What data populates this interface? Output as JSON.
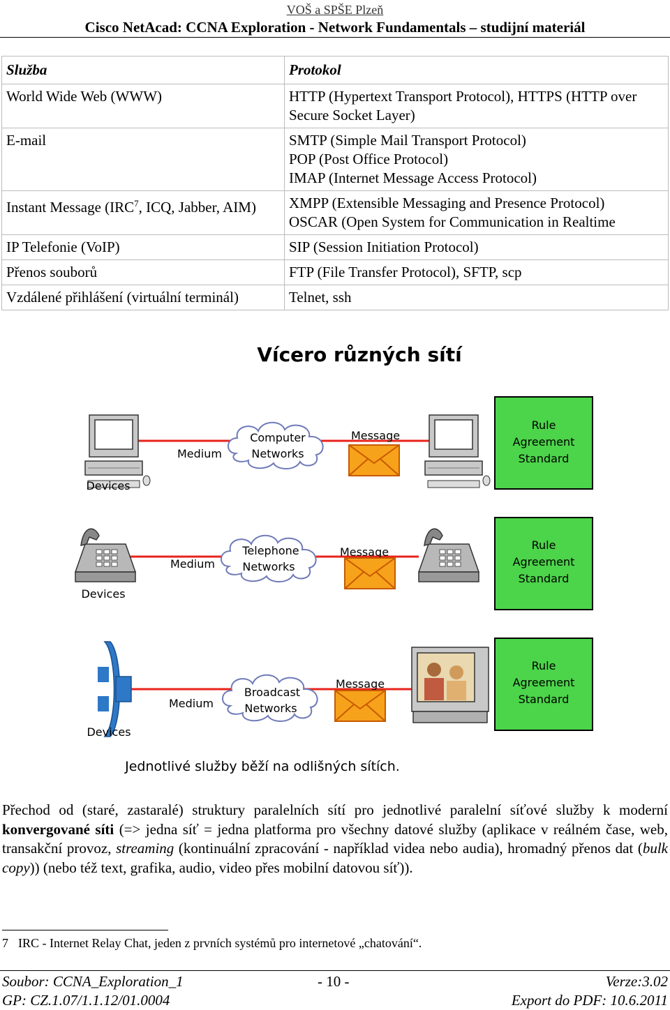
{
  "header": {
    "school": "VOŠ a SPŠE Plzeň",
    "title": "Cisco NetAcad: CCNA Exploration - Network Fundamentals – studijní materiál"
  },
  "table": {
    "headers": [
      "Služba",
      "Protokol"
    ],
    "rows": [
      {
        "service": "World Wide Web (WWW)",
        "protocol": [
          "HTTP (Hypertext Transport Protocol), HTTPS (HTTP over Secure Socket Layer)"
        ]
      },
      {
        "service": "E-mail",
        "protocol": [
          "SMTP (Simple Mail Transport Protocol)",
          "POP (Post Office Protocol)",
          "IMAP (Internet Message Access Protocol)"
        ]
      },
      {
        "service_pre": "Instant Message (IRC",
        "service_sup": "7",
        "service_post": ", ICQ, Jabber, AIM)",
        "protocol": [
          "XMPP (Extensible Messaging and Presence Protocol)",
          "OSCAR (Open System for Communication in Realtime"
        ]
      },
      {
        "service": "IP Telefonie (VoIP)",
        "protocol": [
          "SIP (Session Initiation Protocol)"
        ]
      },
      {
        "service": "Přenos souborů",
        "protocol": [
          "FTP (File Transfer Protocol), SFTP, scp"
        ]
      },
      {
        "service": "Vzdálené přihlášení (virtuální terminál)",
        "protocol": [
          "Telnet, ssh"
        ]
      }
    ]
  },
  "figure": {
    "title": "Vícero různých sítí",
    "caption": "Jednotlivé služby běží na odlišných sítích.",
    "rows": [
      {
        "devices": "Devices",
        "medium": "Medium",
        "network": [
          "Computer",
          "Networks"
        ],
        "message": "Message",
        "rules": [
          "Rule",
          "Agreement",
          "Standard"
        ]
      },
      {
        "devices": "Devices",
        "medium": "Medium",
        "network": [
          "Telephone",
          "Networks"
        ],
        "message": "Message",
        "rules": [
          "Rule",
          "Agreement",
          "Standard"
        ]
      },
      {
        "devices": "Devices",
        "medium": "Medium",
        "network": [
          "Broadcast",
          "Networks"
        ],
        "message": "Message",
        "rules": [
          "Rule",
          "Agreement",
          "Standard"
        ]
      }
    ],
    "colors": {
      "medium_line": "#e8231b",
      "rule_box": "#4cd44a",
      "envelope": "#f7a21b",
      "cloud_outline": "#6f7ab8"
    }
  },
  "paragraph": {
    "p1": "Přechod od (staré, zastaralé) struktury paralelních sítí pro jednotlivé paralelní síťové služby k moderní ",
    "bold1": "konvergované síti",
    "p2": " (=> jedna síť = jedna platforma pro všechny datové služby (aplikace v reálném čase, web, transakční provoz, ",
    "it1": "streaming",
    "p3": " (kontinuální zpracování - například videa nebo audia), hromadný přenos dat (",
    "it2": "bulk copy",
    "p4": ")) (nebo též text, grafika, audio, video přes mobilní datovou síť))."
  },
  "footnote": {
    "number": "7",
    "text": "IRC - Internet Relay Chat, jeden z prvních systémů pro internetové „chatování“."
  },
  "footer": {
    "file": "Soubor: CCNA_Exploration_1",
    "page": "- 10 -",
    "version": "Verze:3.02",
    "gp": "GP: CZ.1.07/1.1.12/01.0004",
    "export": "Export do PDF: 10.6.2011"
  }
}
